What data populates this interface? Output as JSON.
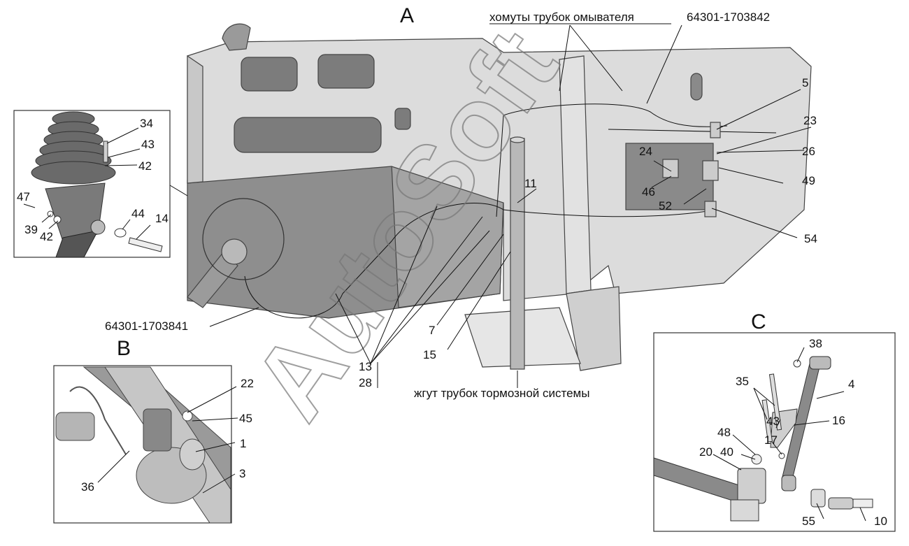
{
  "views": {
    "a": "А",
    "b": "В",
    "c": "С"
  },
  "notes": {
    "washer_clamps": "хомуты трубок омывателя",
    "brake_harness": "жгут трубок тормозной системы"
  },
  "part_numbers": {
    "tube_upper": "64301-1703842",
    "tube_lower": "64301-1703841"
  },
  "callouts_main": [
    "5",
    "23",
    "26",
    "24",
    "49",
    "46",
    "52",
    "54",
    "11",
    "7",
    "13",
    "28",
    "15"
  ],
  "callouts_inset_left": [
    "34",
    "43",
    "42",
    "47",
    "39",
    "42",
    "44",
    "14"
  ],
  "callouts_b": [
    "22",
    "45",
    "1",
    "3",
    "36"
  ],
  "callouts_c": [
    "38",
    "35",
    "4",
    "43",
    "16",
    "48",
    "17",
    "20",
    "40",
    "55",
    "10"
  ],
  "watermark": "AutoSoft"
}
